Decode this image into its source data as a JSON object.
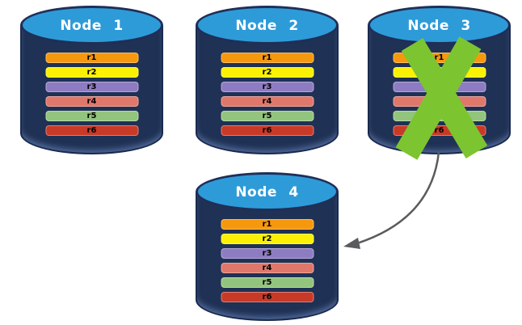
{
  "nodes": [
    {
      "label": "Node 1",
      "failed": false,
      "rows": [
        "r1",
        "r2",
        "r3",
        "r4",
        "r5",
        "r6"
      ]
    },
    {
      "label": "Node 2",
      "failed": false,
      "rows": [
        "r1",
        "r2",
        "r3",
        "r4",
        "r5",
        "r6"
      ]
    },
    {
      "label": "Node 3",
      "failed": true,
      "rows": [
        "r1",
        "r2",
        "r3",
        "r4",
        "r5",
        "r6"
      ]
    },
    {
      "label": "Node 4",
      "failed": false,
      "rows": [
        "r1",
        "r2",
        "r3",
        "r4",
        "r5",
        "r6"
      ]
    }
  ],
  "row_colors": {
    "r1": "#F6980E",
    "r2": "#FBF104",
    "r3": "#8E7CC3",
    "r4": "#E0776B",
    "r5": "#93C47D",
    "r6": "#C83A28"
  },
  "colors": {
    "cylinder_body": "#1F3154",
    "cylinder_top": "#2E9BD9",
    "cylinder_outline": "#1F2F58",
    "node_label_text": "#FFFFFF",
    "row_label_text": "#000000",
    "background": "#FFFFFF"
  },
  "annotations": {
    "failure_x": {
      "color": "#7DC431",
      "on_node": "Node 3"
    },
    "arrow": {
      "color": "#5A5B5D",
      "from": "Node 3",
      "to": "Node 4"
    }
  }
}
